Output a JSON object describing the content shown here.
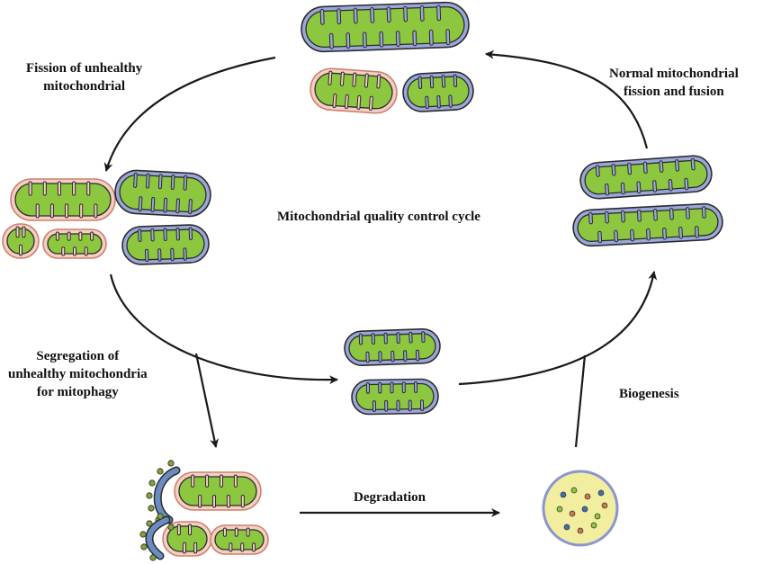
{
  "title": "Mitochondrial quality control cycle",
  "labels": {
    "fission_unhealthy": [
      "Fission of unhealthy",
      "mitochondrial"
    ],
    "normal_fission_fusion": [
      "Normal mitochondrial",
      "fission and fusion"
    ],
    "segregation": [
      "Segregation of",
      "unhealthy mitochondria",
      "for mitophagy"
    ],
    "degradation": "Degradation",
    "biogenesis": "Biogenesis"
  },
  "colors": {
    "matrix_green": "#8dc63f",
    "healthy_membrane": "#9aa7d8",
    "unhealthy_membrane": "#f3cfc4",
    "unhealthy_outline": "#d0806c",
    "outline": "#2b2b2b",
    "arrow": "#1a1a1a",
    "lysosome_fill": "#f2eea0",
    "lysosome_outline": "#8a96cf",
    "phagophore": "#6b8cc0",
    "receptor_dot": "#7fa33a"
  }
}
